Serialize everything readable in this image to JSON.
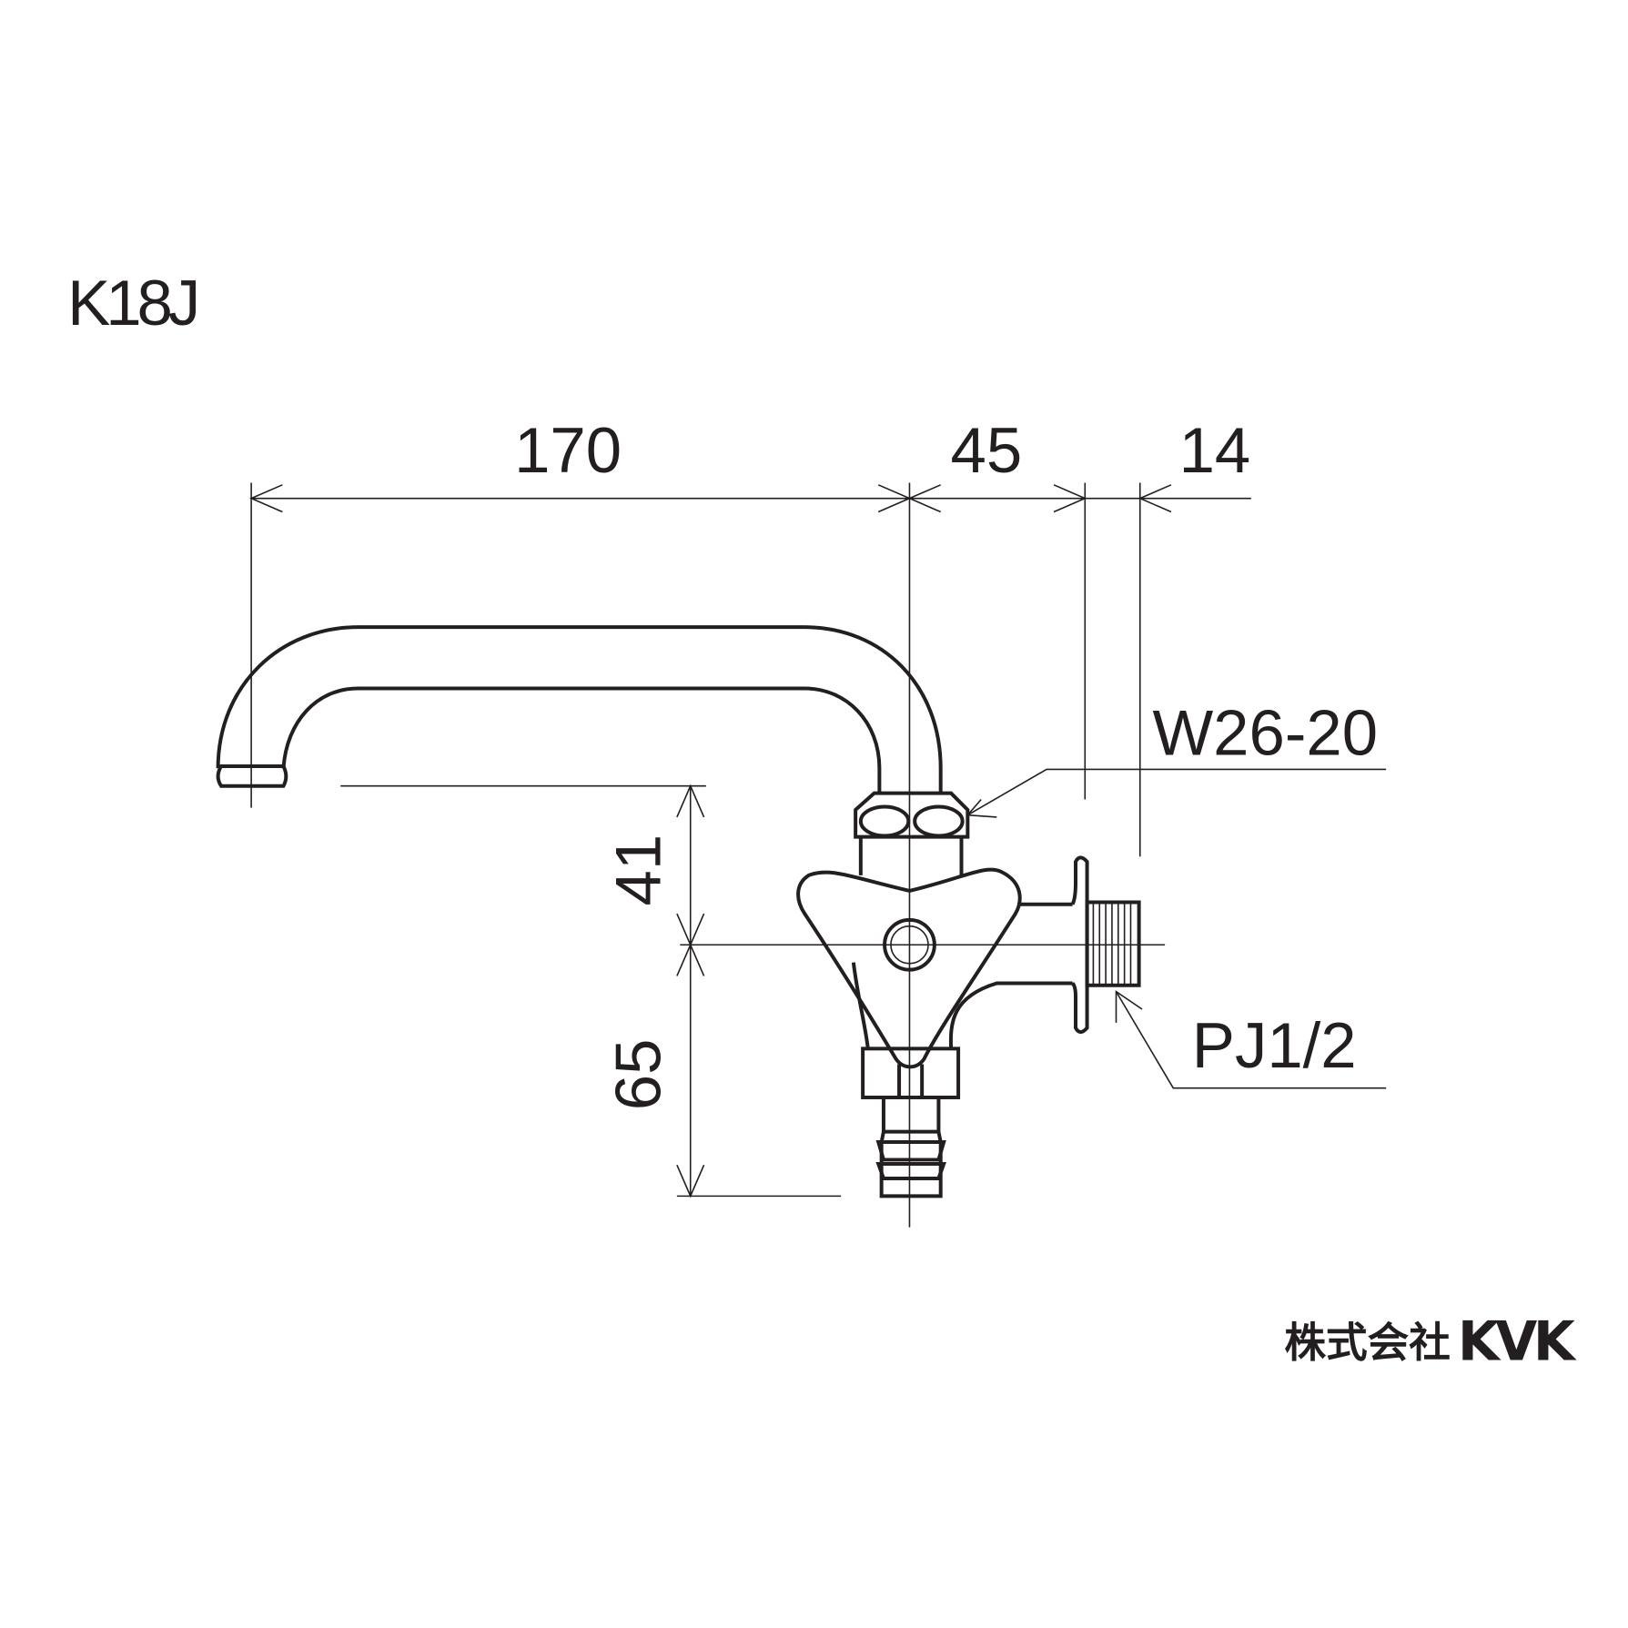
{
  "model": "K18J",
  "dimensions": {
    "spout_reach": "170",
    "body_to_wall": "45",
    "wall_projection": "14",
    "spout_height": "41",
    "outlet_height": "65"
  },
  "callouts": {
    "nut_thread": "W26-20",
    "inlet_thread": "PJ1/2"
  },
  "brand": {
    "company_prefix": "株式会社",
    "name": "KVK"
  }
}
